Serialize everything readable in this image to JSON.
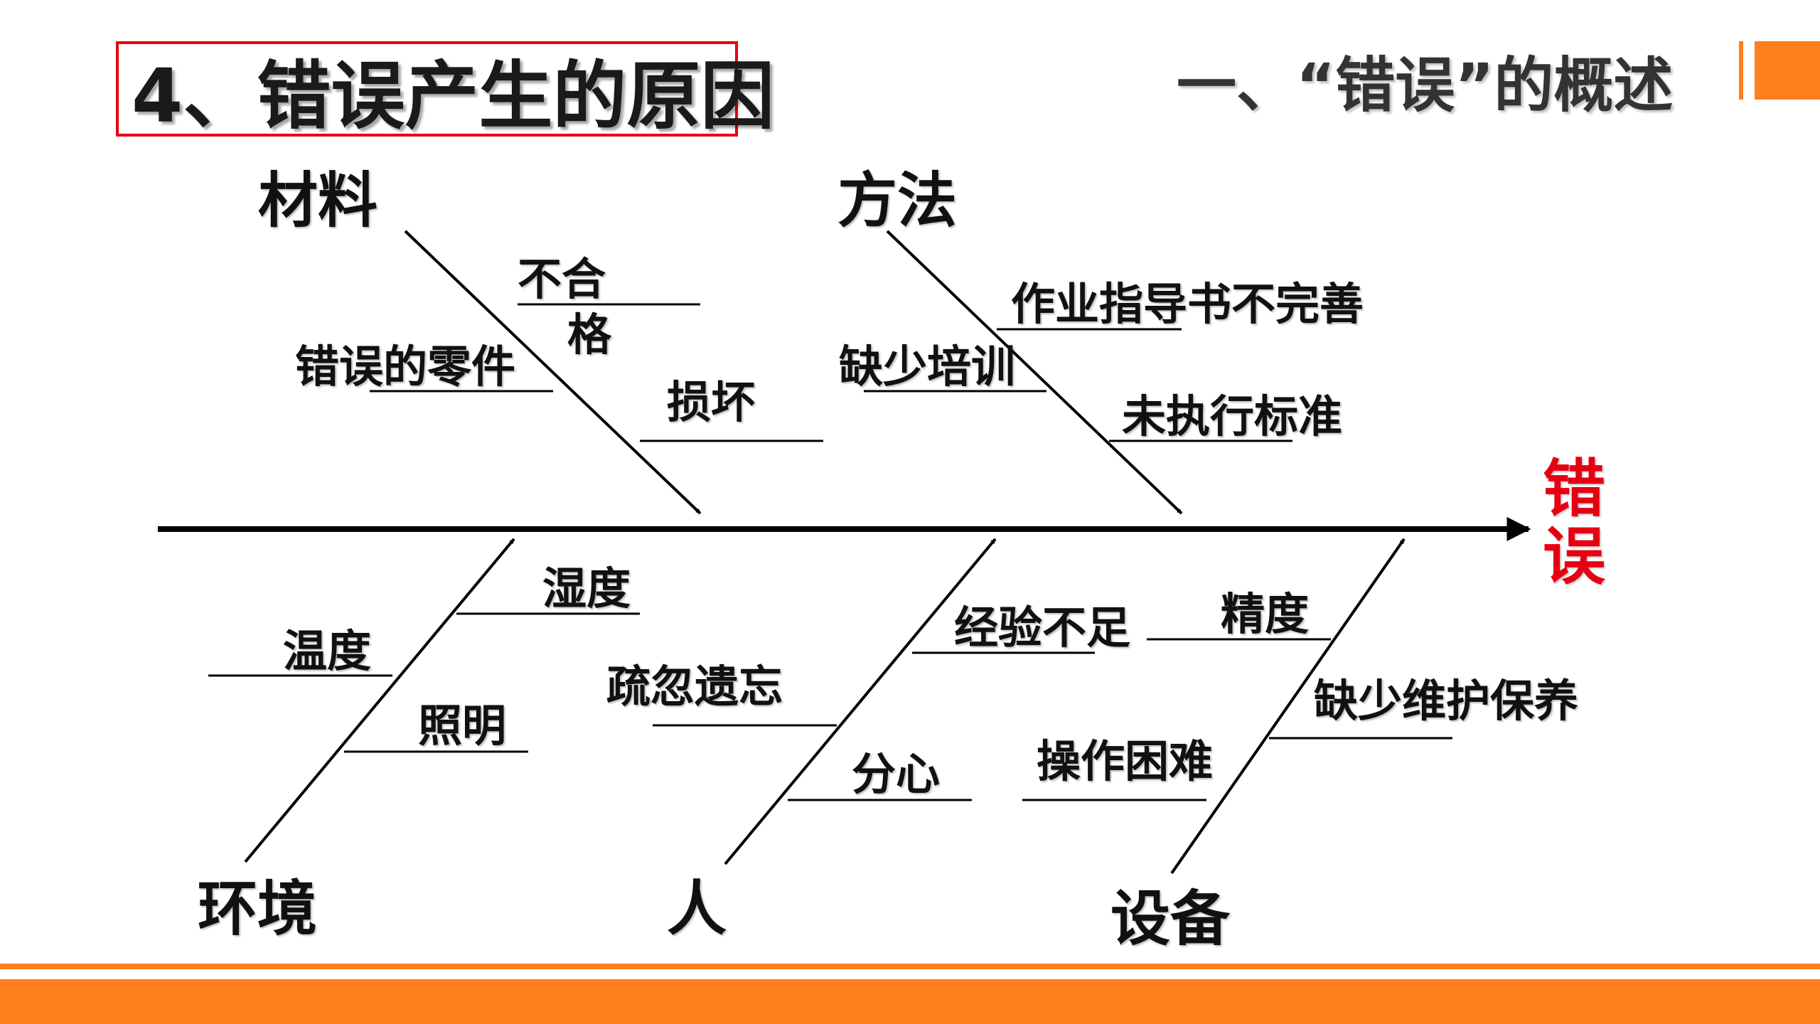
{
  "slide_title": "4、错误产生的原因",
  "section_title": "一、“错误”的概述",
  "effect": "错误",
  "categories": {
    "material": "材料",
    "method": "方法",
    "environment": "环境",
    "person": "人",
    "equipment": "设备"
  },
  "causes": {
    "material": [
      "不合",
      "格",
      "错误的零件",
      "损坏"
    ],
    "method": [
      "作业指导书不完善",
      "缺少培训",
      "未执行标准"
    ],
    "environment": [
      "湿度",
      "温度",
      "照明"
    ],
    "person": [
      "经验不足",
      "疏忽遗忘",
      "分心"
    ],
    "equipment": [
      "精度",
      "缺少维护保养",
      "操作困难"
    ]
  },
  "colors": {
    "accent_orange": "#ff7f1e",
    "title_border": "#e60012",
    "effect_red": "#e60012",
    "line": "#000000"
  }
}
